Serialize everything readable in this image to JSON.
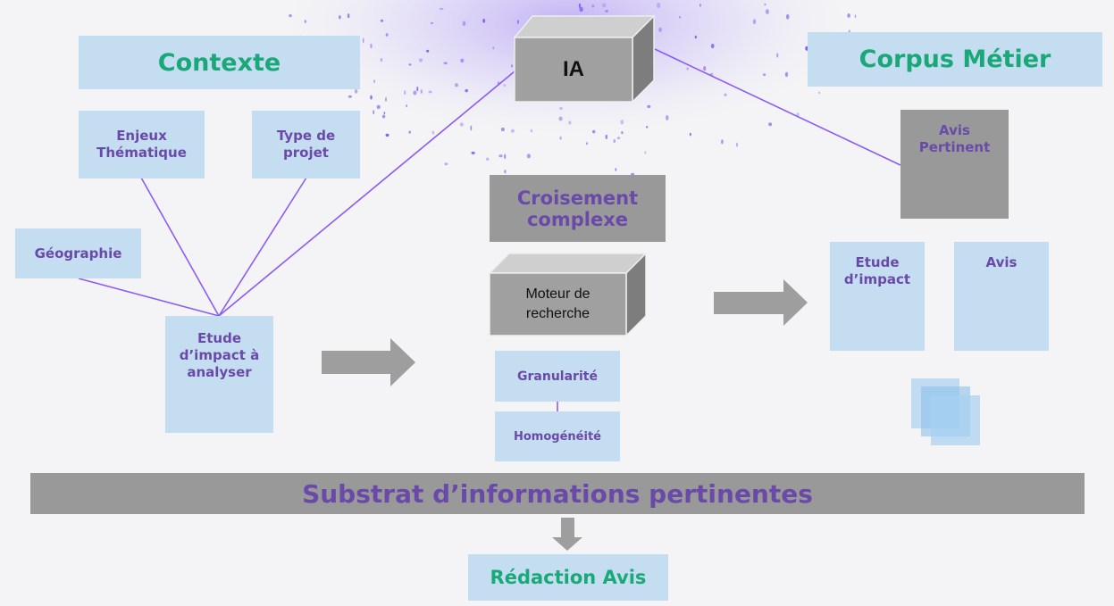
{
  "contexte": {
    "title": "Contexte",
    "enjeux": "Enjeux Thématique",
    "type_projet": "Type de projet",
    "geographie": "Géographie",
    "etude_analyser": "Etude d’impact à analyser"
  },
  "ia": {
    "label": "IA"
  },
  "corpus": {
    "title": "Corpus Métier",
    "avis_pertinent": "Avis Pertinent",
    "etude_impact": "Etude d’impact",
    "avis": "Avis"
  },
  "croisement": {
    "title": "Croisement complexe",
    "moteur": "Moteur de recherche",
    "granularite": "Granularité",
    "homogeneite": "Homogénéité"
  },
  "substrat": {
    "label": "Substrat d’informations pertinentes"
  },
  "redaction": {
    "label": "Rédaction Avis"
  },
  "colors": {
    "box": "#c5ddf1",
    "gray": "#999999",
    "purple_text": "#6a4aa8",
    "green_text": "#1aa879",
    "connector": "#8b5cf6",
    "arrow": "#9e9e9e"
  }
}
